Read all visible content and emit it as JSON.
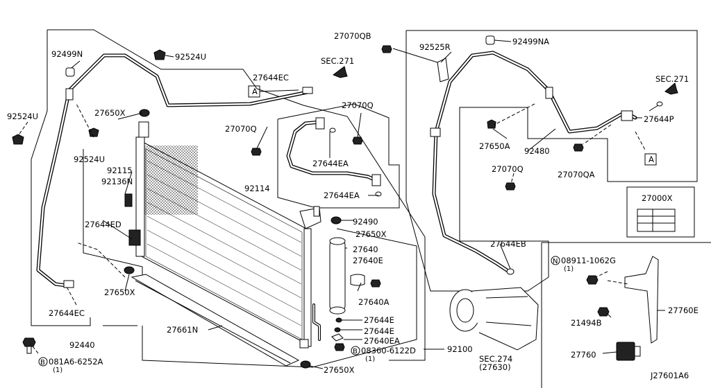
{
  "labels": {
    "p27070QB": "27070QB",
    "p92525R": "92525R",
    "p92499NA": "92499NA",
    "p92499N": "92499N",
    "p92524U_top": "92524U",
    "p92524U_left": "92524U",
    "p92524U_mid": "92524U",
    "p27644EC_top": "27644EC",
    "p27644EC_bot": "27644EC",
    "sec271_left": "SEC.271",
    "sec271_right": "SEC.271",
    "p27650X_top": "27650X",
    "p27650X_mid": "27650X",
    "p27650X_left": "27650X",
    "p27650X_bot": "27650X",
    "p27650A": "27650A",
    "p27070Q_a": "27070Q",
    "p27070Q_b": "27070Q",
    "p27070Q_c": "27070Q",
    "p27070QA": "27070QA",
    "p92480": "92480",
    "p27644P": "27644P",
    "p27644EA_a": "27644EA",
    "p27644EA_b": "27644EA",
    "p27640EA": "27640EA",
    "p92115": "92115",
    "p92136N": "92136N",
    "p92114": "92114",
    "p27644ED": "27644ED",
    "p92490": "92490",
    "p27640": "27640",
    "p27640E": "27640E",
    "p27640A": "27640A",
    "p27644E_a": "27644E",
    "p27644E_b": "27644E",
    "p27644EB": "27644EB",
    "p27000X": "27000X",
    "p27661N": "27661N",
    "p92440": "92440",
    "p92100": "92100",
    "sec274": "SEC.274",
    "p27630": "(27630)",
    "p21494B": "21494B",
    "p27760E": "27760E",
    "p27760": "27760",
    "nut_ref": "08911-1062G",
    "nut_qty": "(1)",
    "nut_sym": "N",
    "bolt1_ref": "08360-6122D",
    "bolt1_qty": "(1)",
    "bolt1_sym": "B",
    "bolt2_ref": "081A6-6252A",
    "bolt2_qty": "(1)",
    "bolt2_sym": "B",
    "callout_a1": "A",
    "callout_a2": "A",
    "diagram_code": "J27601A6"
  }
}
